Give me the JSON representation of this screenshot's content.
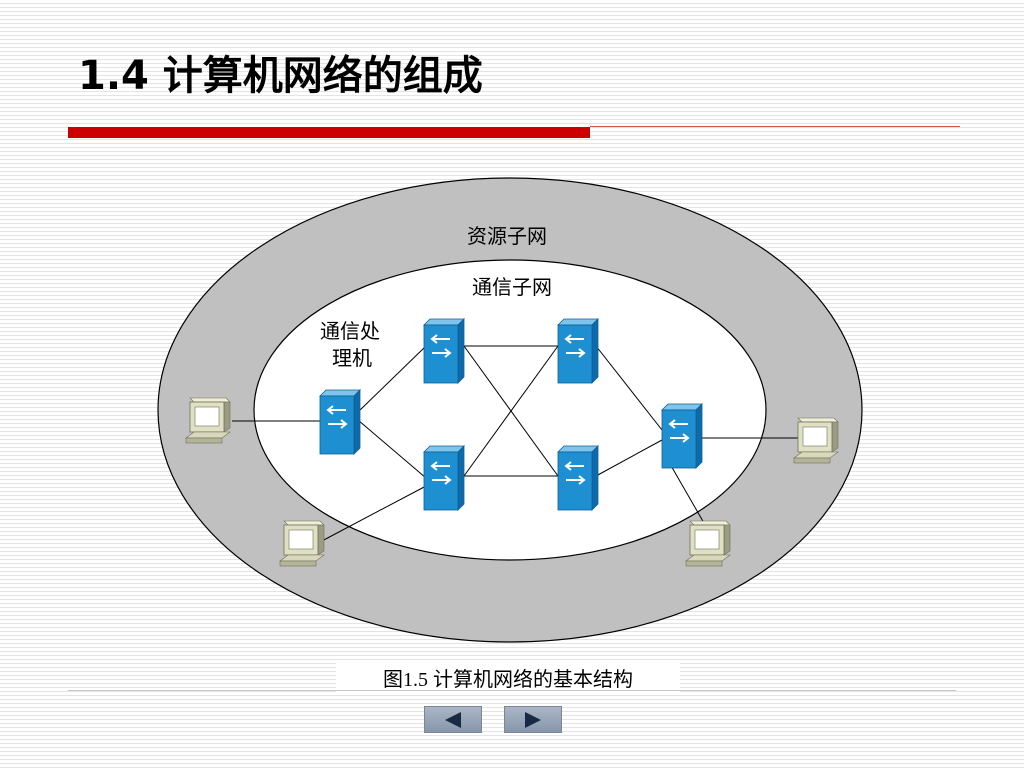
{
  "title": "1.4 计算机网络的组成",
  "diagram": {
    "outer_label": "资源子网",
    "inner_label": "通信子网",
    "processor_label_line1": "通信处",
    "processor_label_line2": "理机"
  },
  "caption": "图1.5  计算机网络的基本结构",
  "nav": {
    "prev_icon": "triangle-left-icon",
    "next_icon": "triangle-right-icon"
  },
  "colors": {
    "accent_red": "#cc0000",
    "ring_gray": "#c0c0c0",
    "switch_blue": "#1e88c8"
  }
}
